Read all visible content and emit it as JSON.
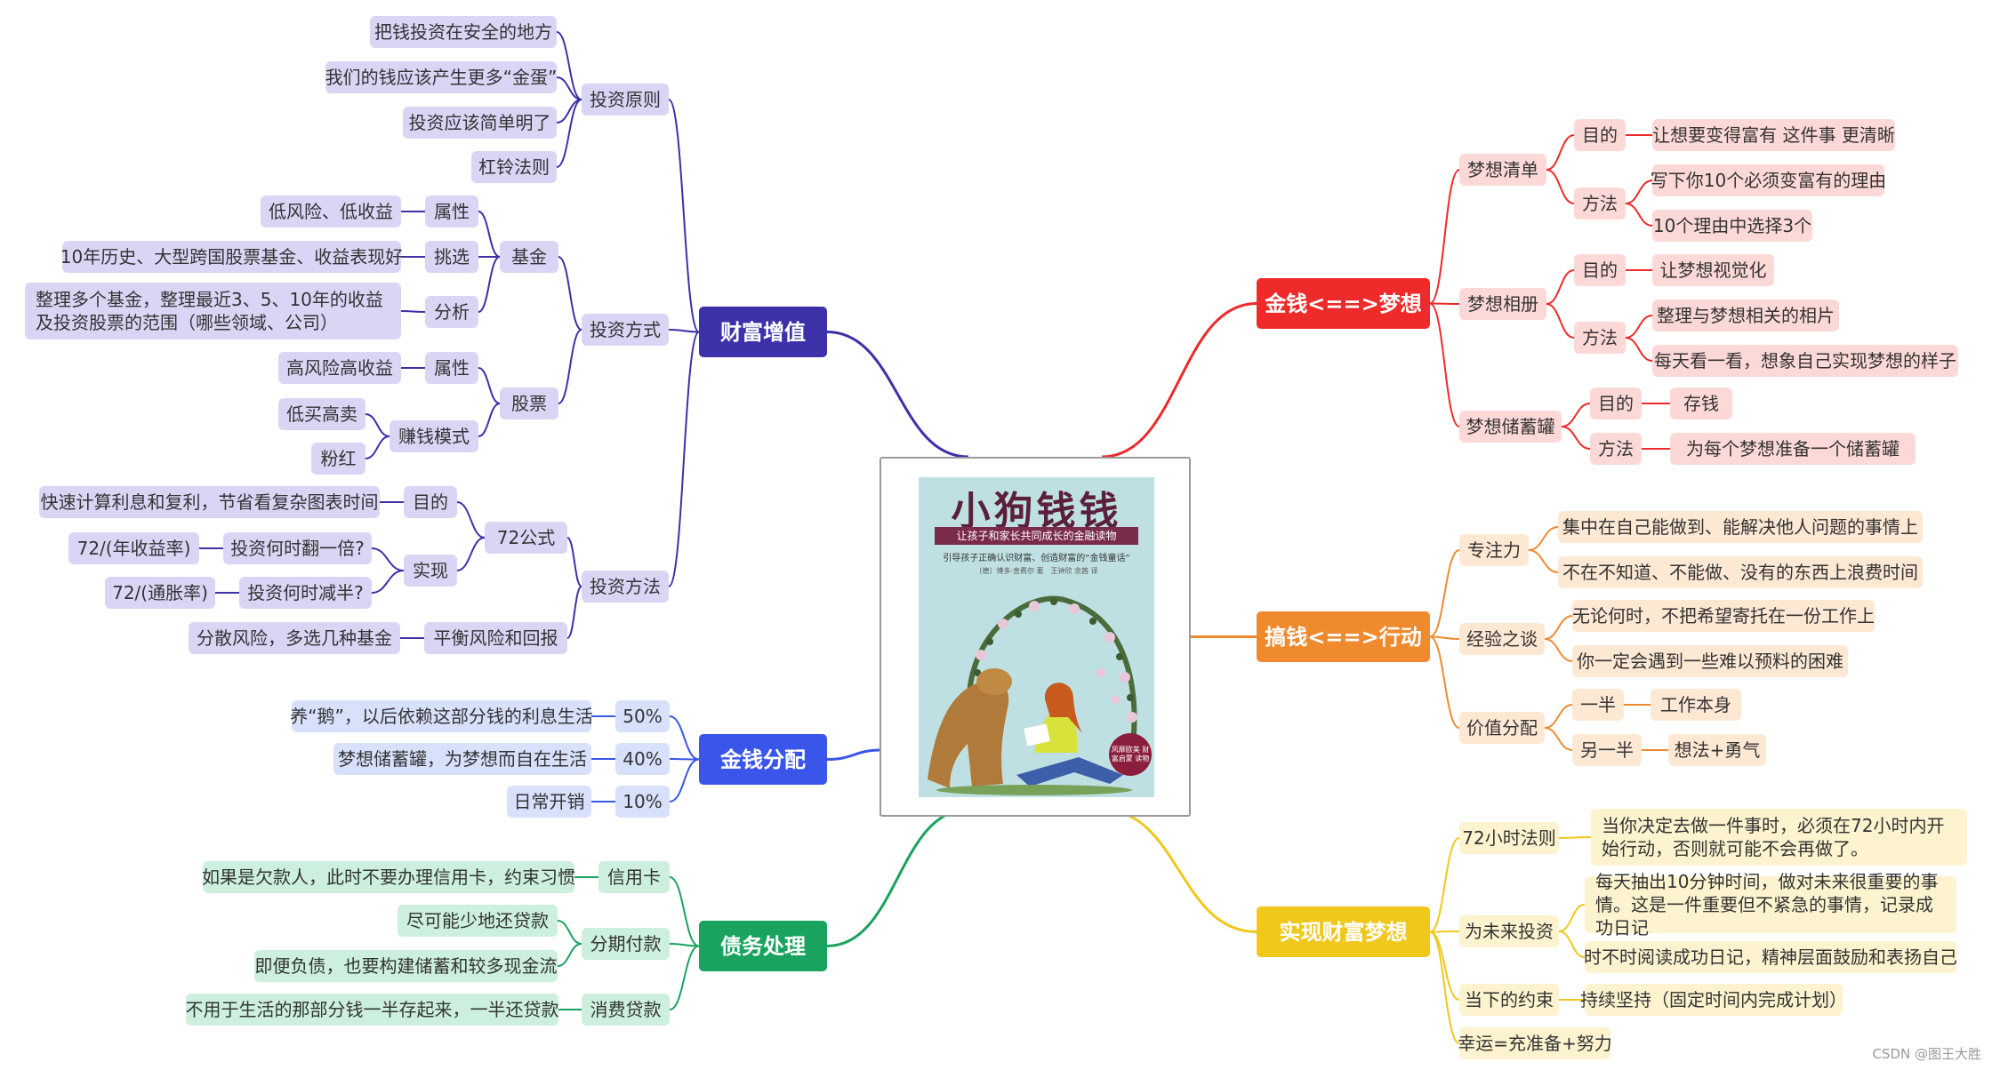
{
  "center": {
    "book_title": "小狗钱钱",
    "book_subtitle": "让孩子和家长共同成长的金融读物",
    "book_tagline": "引导孩子正确认识财富、创造财富的“金钱童话”",
    "book_authors": "〔德〕博多·舍费尔 著　王钟欣 余茜 译",
    "book_seal": "风靡欧美 财富启蒙 读物"
  },
  "watermark": "CSDN @图王大胜",
  "colors": {
    "wealth_growth": "#3c31a8",
    "money_allocation": "#3a56ea",
    "debt": "#1aa35f",
    "money_dream": "#ee2a2a",
    "make_money": "#f08a2e",
    "achieve": "#f0c81c",
    "wealth_growth_bg": "#d9d6f5",
    "money_allocation_bg": "#d8e1fb",
    "debt_bg": "#ccf0dd",
    "money_dream_bg": "#fcd9d6",
    "make_money_bg": "#fde8d4",
    "achieve_bg": "#fdf3cf"
  },
  "branches": {
    "wealth_growth": {
      "title": "财富增值",
      "principles": {
        "label": "投资原则",
        "items": [
          "把钱投资在安全的地方",
          "我们的钱应该产生更多“金蛋”",
          "投资应该简单明了",
          "杠铃法则"
        ]
      },
      "methods": {
        "label": "投资方式",
        "fund": {
          "label": "基金",
          "attr_label": "属性",
          "attr_value": "低风险、低收益",
          "pick_label": "挑选",
          "pick_value": "10年历史、大型跨国股票基金、收益表现好",
          "analysis_label": "分析",
          "analysis_value": "整理多个基金，整理最近3、5、10年的收益及投资股票的范围（哪些领域、公司）"
        },
        "stock": {
          "label": "股票",
          "attr_label": "属性",
          "attr_value": "高风险高收益",
          "mode_label": "赚钱模式",
          "mode_values": [
            "低买高卖",
            "粉红"
          ]
        }
      },
      "techniques": {
        "label": "投资方法",
        "rule72": {
          "label": "72公式",
          "goal_label": "目的",
          "goal_value": "快速计算利息和复利，节省看复杂图表时间",
          "impl_label": "实现",
          "double_q": "投资何时翻一倍?",
          "double_a": "72/(年收益率)",
          "half_q": "投资何时减半?",
          "half_a": "72/(通胀率)"
        },
        "balance_label": "平衡风险和回报",
        "balance_value": "分散风险，多选几种基金"
      }
    },
    "money_allocation": {
      "title": "金钱分配",
      "items": [
        {
          "pct": "50%",
          "text": "养“鹅”，以后依赖这部分钱的利息生活"
        },
        {
          "pct": "40%",
          "text": "梦想储蓄罐，为梦想而自在生活"
        },
        {
          "pct": "10%",
          "text": "日常开销"
        }
      ]
    },
    "debt": {
      "title": "债务处理",
      "credit_label": "信用卡",
      "credit_value": "如果是欠款人，此时不要办理信用卡，约束习惯",
      "install_label": "分期付款",
      "install_values": [
        "尽可能少地还贷款",
        "即便负债，也要构建储蓄和较多现金流"
      ],
      "consumer_label": "消费贷款",
      "consumer_value": "不用于生活的那部分钱一半存起来，一半还贷款"
    },
    "money_dream": {
      "title": "金钱<==>梦想",
      "list": {
        "label": "梦想清单",
        "goal_label": "目的",
        "goal_value": "让想要变得富有 这件事 更清晰",
        "method_label": "方法",
        "method_values": [
          "写下你10个必须变富有的理由",
          "10个理由中选择3个"
        ]
      },
      "album": {
        "label": "梦想相册",
        "goal_label": "目的",
        "goal_value": "让梦想视觉化",
        "method_label": "方法",
        "method_values": [
          "整理与梦想相关的相片",
          "每天看一看，想象自己实现梦想的样子"
        ]
      },
      "jar": {
        "label": "梦想储蓄罐",
        "goal_label": "目的",
        "goal_value": "存钱",
        "method_label": "方法",
        "method_value": "为每个梦想准备一个储蓄罐"
      }
    },
    "make_money": {
      "title": "搞钱<==>行动",
      "focus": {
        "label": "专注力",
        "values": [
          "集中在自己能做到、能解决他人问题的事情上",
          "不在不知道、不能做、没有的东西上浪费时间"
        ]
      },
      "experience": {
        "label": "经验之谈",
        "values": [
          "无论何时，不把希望寄托在一份工作上",
          "你一定会遇到一些难以预料的困难"
        ]
      },
      "value": {
        "label": "价值分配",
        "half1_label": "一半",
        "half1_value": "工作本身",
        "half2_label": "另一半",
        "half2_value": "想法+勇气"
      }
    },
    "achieve": {
      "title": "实现财富梦想",
      "rule72h": {
        "label": "72小时法则",
        "value": "当你决定去做一件事时，必须在72小时内开始行动，否则就可能不会再做了。"
      },
      "future": {
        "label": "为未来投资",
        "values": [
          "每天抽出10分钟时间，做对未来很重要的事情。这是一件重要但不紧急的事情，记录成功日记",
          "时不时阅读成功日记，精神层面鼓励和表扬自己"
        ]
      },
      "promise": {
        "label": "当下的约束",
        "value": "持续坚持（固定时间内完成计划）"
      },
      "luck": {
        "label": "幸运=充准备+努力"
      }
    }
  }
}
